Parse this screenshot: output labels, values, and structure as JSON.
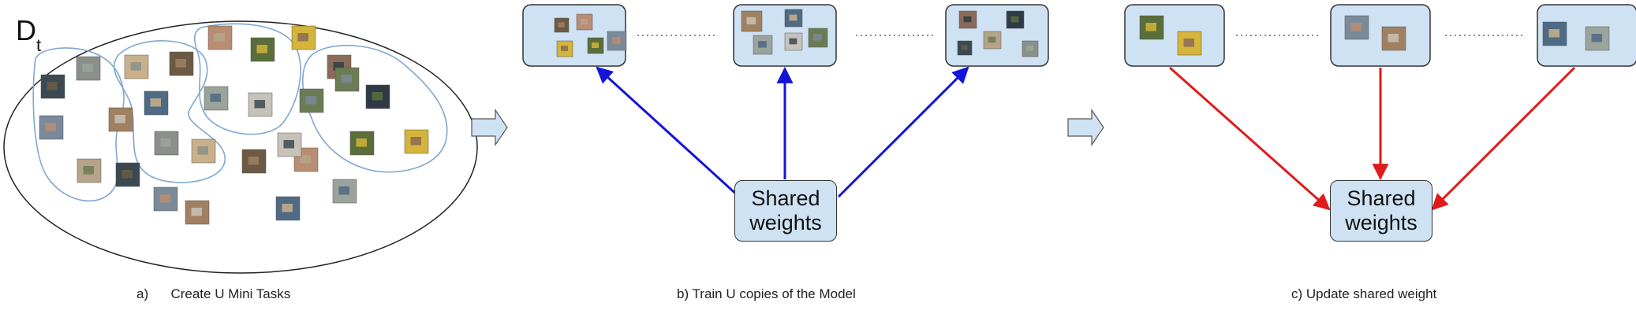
{
  "diagram": {
    "dataset_label": {
      "main": "D",
      "sub": "t"
    },
    "panels": [
      {
        "id": "a",
        "caption": "a)      Create U Mini Tasks"
      },
      {
        "id": "b",
        "caption": "b) Train U copies of the Model",
        "node_label_line1": "Shared",
        "node_label_line2": "weights"
      },
      {
        "id": "c",
        "caption": "c) Update shared weight",
        "node_label_line1": "Shared",
        "node_label_line2": "weights"
      }
    ],
    "colors": {
      "task_box_fill": "#cfe2f3",
      "task_box_border": "#333333",
      "cluster_outline": "#7fa7d2",
      "train_arrow": "#1414d8",
      "update_arrow": "#e01b1b",
      "process_arrow_fill": "#cfe2f3"
    }
  }
}
